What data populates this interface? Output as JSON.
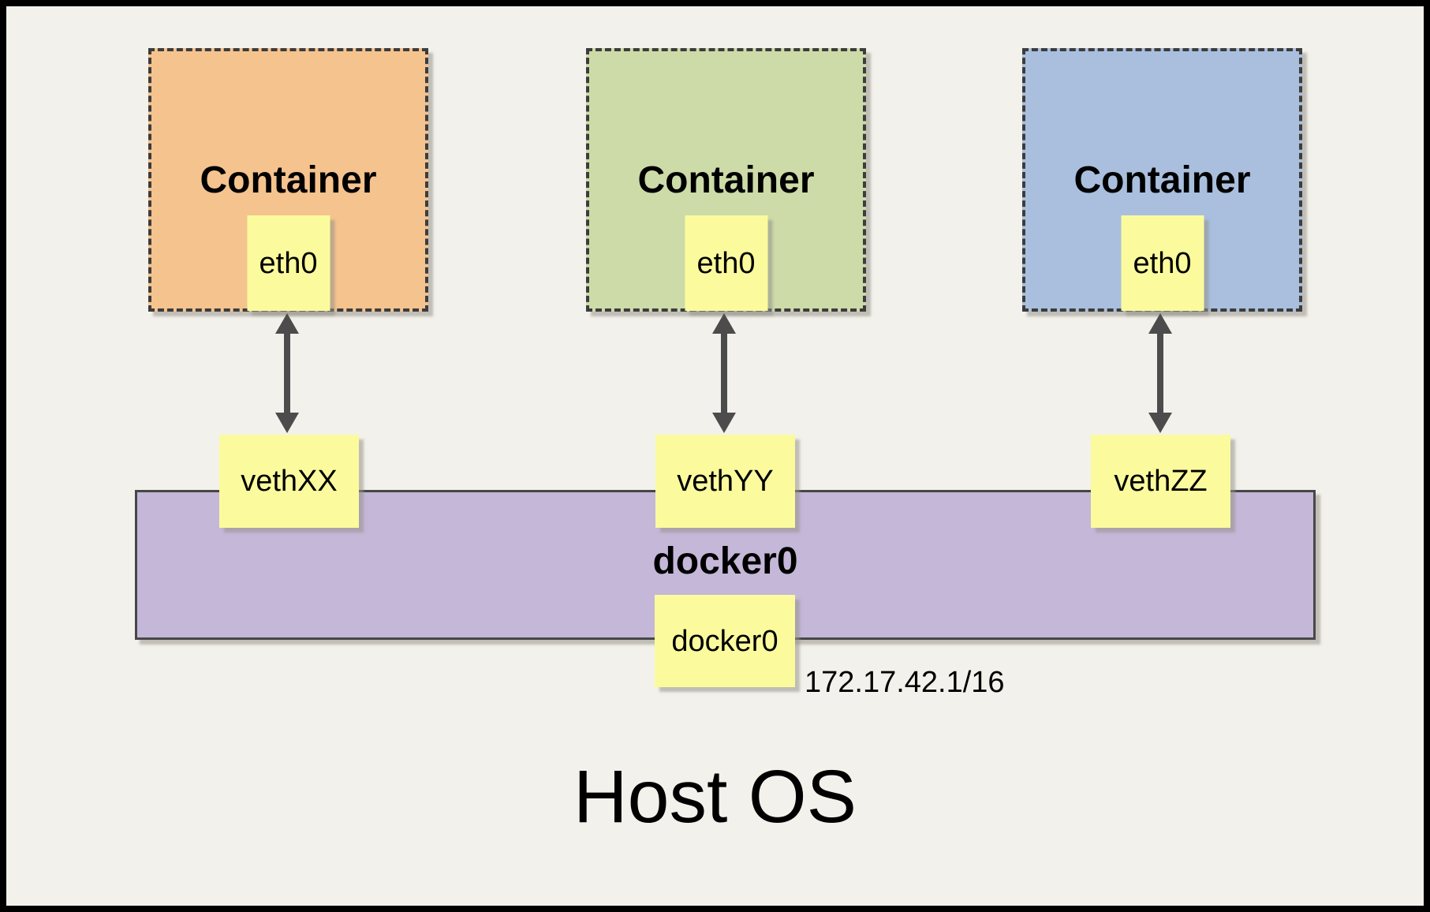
{
  "diagram": {
    "containers": [
      {
        "label": "Container",
        "interface": "eth0",
        "fill": "#F5C38E"
      },
      {
        "label": "Container",
        "interface": "eth0",
        "fill": "#CDDBA8"
      },
      {
        "label": "Container",
        "interface": "eth0",
        "fill": "#A9BFDD"
      }
    ],
    "veths": [
      {
        "label": "vethXX"
      },
      {
        "label": "vethYY"
      },
      {
        "label": "vethZZ"
      }
    ],
    "bridge": {
      "name": "docker0",
      "interface": "docker0",
      "ip": "172.17.42.1/16",
      "fill": "#C5B7D8"
    },
    "host": {
      "label": "Host OS"
    },
    "colors": {
      "note_fill": "#FBFB9D",
      "background": "#F3F1EB",
      "dashed_border": "#3C3C3C",
      "bar_border": "#474747",
      "arrow": "#4C4C4C",
      "text": "#000000"
    }
  }
}
